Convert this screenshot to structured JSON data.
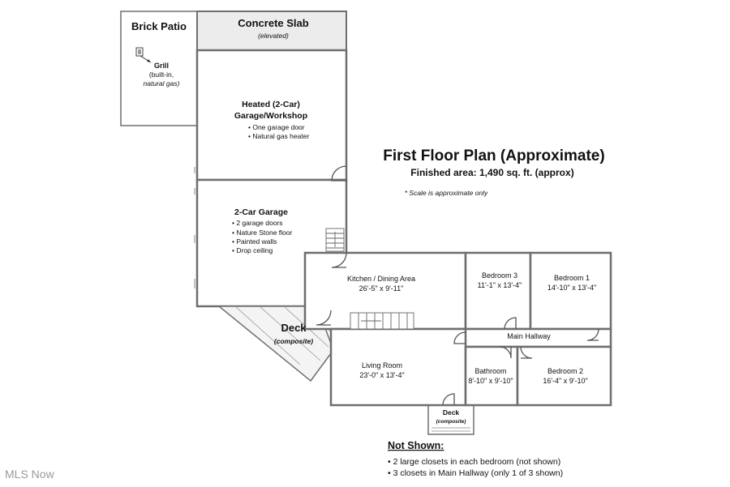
{
  "title": "First Floor Plan (Approximate)",
  "finished_area": "Finished area: 1,490 sq. ft. (approx)",
  "scale_note": "* Scale is approximate only",
  "brick_patio": {
    "name": "Brick Patio",
    "grill_label": "Grill",
    "grill_note_1": "(built-in,",
    "grill_note_2": "natural gas)"
  },
  "concrete_slab": {
    "name": "Concrete Slab",
    "note": "(elevated)"
  },
  "heated_garage": {
    "name_1": "Heated (2-Car)",
    "name_2": "Garage/Workshop",
    "bullets": [
      "One garage door",
      "Natural gas heater"
    ]
  },
  "garage": {
    "name": "2-Car Garage",
    "bullets": [
      "2 garage doors",
      "Nature Stone floor",
      "Painted walls",
      "Drop ceiling"
    ]
  },
  "deck_large": {
    "name": "Deck",
    "note": "(composite)"
  },
  "kitchen": {
    "name": "Kitchen / Dining Area",
    "dims": "26'-5\" x 9'-11\""
  },
  "bedroom3": {
    "name": "Bedroom 3",
    "dims": "11'-1\" x 13'-4\""
  },
  "bedroom1": {
    "name": "Bedroom 1",
    "dims": "14'-10\" x 13'-4\""
  },
  "main_hallway": {
    "name": "Main Hallway"
  },
  "living_room": {
    "name": "Living Room",
    "dims": "23'-0\" x 13'-4\""
  },
  "bathroom": {
    "name": "Bathroom",
    "dims": "8'-10\" x 9'-10\""
  },
  "bedroom2": {
    "name": "Bedroom 2",
    "dims": "16'-4\" x 9'-10\""
  },
  "deck_small": {
    "name": "Deck",
    "note": "(composite)"
  },
  "not_shown": {
    "heading": "Not Shown:",
    "items": [
      "2 large closets in each bedroom (not shown)",
      "3 closets in Main Hallway (only 1 of 3 shown)"
    ]
  },
  "watermark": "MLS Now"
}
